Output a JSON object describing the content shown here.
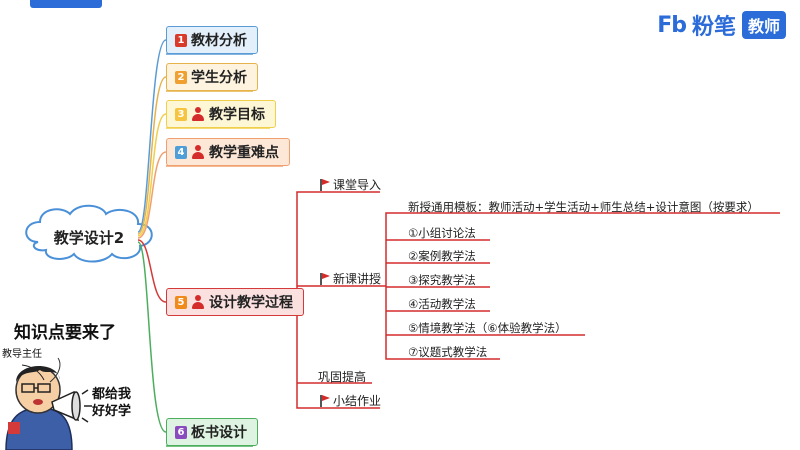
{
  "brand": {
    "icon": "Fb",
    "name": "粉笔",
    "tag": "教师"
  },
  "center": {
    "label": "教学设计2"
  },
  "branches": [
    {
      "num": "1",
      "label": "教材分析",
      "num_color": "#d83b2b",
      "bg": "#e3f0fb",
      "border": "#5b9bd5",
      "person": false
    },
    {
      "num": "2",
      "label": "学生分析",
      "num_color": "#f0a030",
      "bg": "#fdf3df",
      "border": "#e6b24a",
      "person": false
    },
    {
      "num": "3",
      "label": "教学目标",
      "num_color": "#f5c542",
      "bg": "#fdf7d6",
      "border": "#f0cf4a",
      "person": true
    },
    {
      "num": "4",
      "label": "教学重难点",
      "num_color": "#4f9ed8",
      "bg": "#fde8d7",
      "border": "#f0a070",
      "person": true
    },
    {
      "num": "5",
      "label": "设计教学过程",
      "num_color": "#f08a1a",
      "bg": "#fbe0e0",
      "border": "#d43a3a",
      "person": true
    },
    {
      "num": "6",
      "label": "板书设计",
      "num_color": "#8a4bbf",
      "bg": "#def3e2",
      "border": "#4cae5c",
      "person": false
    }
  ],
  "process": {
    "items": [
      {
        "label": "课堂导入",
        "flag": true
      },
      {
        "label": "新课讲授",
        "flag": true
      },
      {
        "label": "巩固提高",
        "flag": false
      },
      {
        "label": "小结作业",
        "flag": true
      }
    ],
    "methods": [
      "新授通用模板：教师活动+学生活动+师生总结+设计意图（按要求）",
      "①小组讨论法",
      "②案例教学法",
      "③探究教学法",
      "④活动教学法",
      "⑤情境教学法（⑥体验教学法）",
      "⑦议题式教学法"
    ]
  },
  "cartoon": {
    "title": "知识点要来了",
    "role": "教导主任",
    "bubble_line1": "都给我",
    "bubble_line2": "好好学"
  },
  "colors": {
    "line_red": "#d42b2b",
    "brand_blue": "#2b6cd9"
  }
}
